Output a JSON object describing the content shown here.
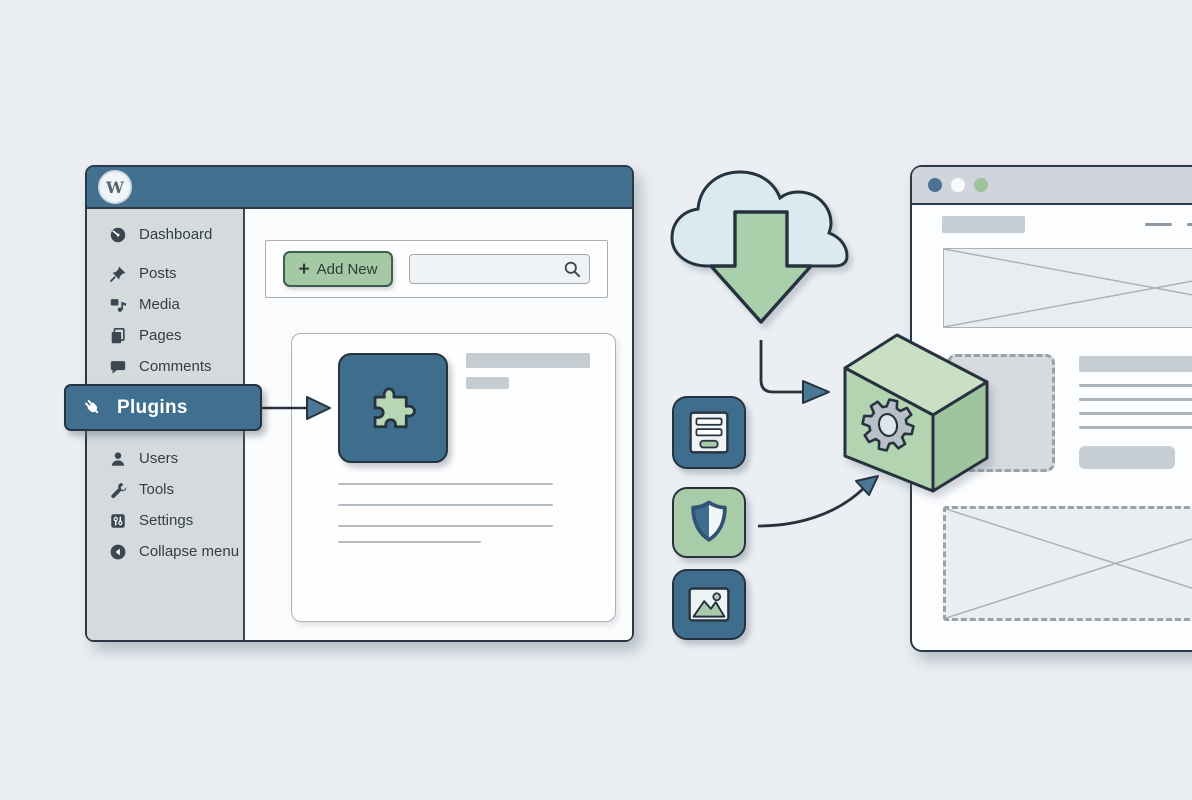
{
  "admin_window": {
    "logo_glyph": "W",
    "sidebar": {
      "items": [
        {
          "label": "Dashboard",
          "icon": "dashboard-icon"
        },
        {
          "label": "Posts",
          "icon": "pushpin-icon"
        },
        {
          "label": "Media",
          "icon": "media-icon"
        },
        {
          "label": "Pages",
          "icon": "pages-icon"
        },
        {
          "label": "Comments",
          "icon": "comment-bubble-icon"
        },
        {
          "label": "Users",
          "icon": "user-icon"
        },
        {
          "label": "Tools",
          "icon": "wrench-icon"
        },
        {
          "label": "Settings",
          "icon": "sliders-icon"
        },
        {
          "label": "Collapse menu",
          "icon": "collapse-arrow-icon"
        }
      ],
      "active_item": {
        "label": "Plugins",
        "icon": "plug-icon"
      }
    },
    "toolbar": {
      "add_new_plus": "+",
      "add_new_label": "Add New",
      "search_value": "",
      "search_placeholder": "",
      "search_icon": "magnifier-icon"
    },
    "plugin_card_icon": "puzzle-piece-icon"
  },
  "flow": {
    "cloud_icon": "cloud-download-icon",
    "download_arrow_icon": "down-arrow-icon",
    "package_icon": "gear-package-icon",
    "plugin_type_icons": [
      "form-icon",
      "shield-icon",
      "image-icon"
    ]
  },
  "browser_window": {
    "window_controls": [
      "blue-dot",
      "white-dot",
      "green-dot"
    ]
  },
  "colors": {
    "background": "#ebeff3",
    "admin_bar_blue": "#44708f",
    "sidebar_gray": "#d5dadd",
    "accent_blue": "#3e6d8d",
    "accent_green": "#a8cba8",
    "outline_dark": "#2b3845",
    "placeholder_gray": "#c5ccd2",
    "line_gray": "#b4bcc3"
  }
}
